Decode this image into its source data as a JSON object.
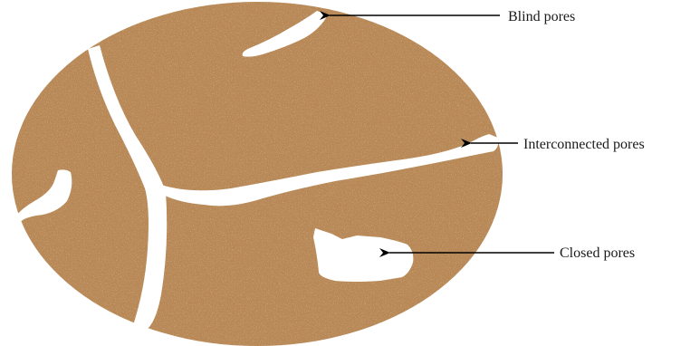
{
  "labels": {
    "blind": "Blind pores",
    "interconnected": "Interconnected pores",
    "closed": "Closed pores"
  },
  "colors": {
    "grain_base": "#b98552",
    "grain_dark": "#8b5a2b",
    "grain_light": "#d8ae78",
    "pore": "#ffffff",
    "arrow": "#000000"
  }
}
